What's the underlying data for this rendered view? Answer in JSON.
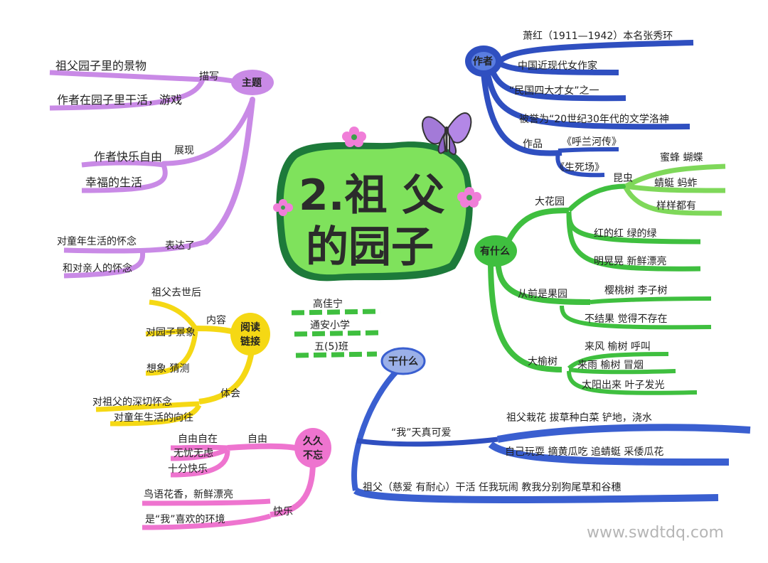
{
  "title": {
    "line1": "2.祖 父",
    "line2": "的园子"
  },
  "author": {
    "name": "高佳宁",
    "school": "通安小学",
    "class": "五(5)班"
  },
  "branches": {
    "theme": {
      "hub": "主题",
      "verb1": "描写",
      "item1": "祖父园子里的景物",
      "item2": "作者在园子里干活，游戏",
      "verb2": "展现",
      "item3": "作者快乐自由",
      "item4": "幸福的生活",
      "verb3": "表达了",
      "item5": "对童年生活的怀念",
      "item6": "和对亲人的怀念"
    },
    "author_info": {
      "hub": "作者",
      "item1": "萧红（1911—1942）本名张秀环",
      "item2": "中国近现代女作家",
      "item3": "“民国四大才女”之一",
      "item4": "被誉为“20世纪30年代的文学洛神",
      "item5": "作品",
      "item6": "《呼兰河传》",
      "item7": "《生死场》"
    },
    "reading": {
      "hub": "阅读\n链接",
      "hub_line1": "阅读",
      "hub_line2": "链接",
      "verb1": "内容",
      "item1": "祖父去世后",
      "item2": "对园子景象",
      "item3": "想象 猜测",
      "verb2": "体会",
      "item4": "对祖父的深切怀念",
      "item5": "对童年生活的向往"
    },
    "has_what": {
      "hub": "有什么",
      "garden": "大花园",
      "insects": "昆虫",
      "ins1": "蜜蜂 蝴蝶",
      "ins2": "蜻蜓 蚂蚱",
      "ins3": "样样都有",
      "col1": "红的红  绿的绿",
      "col2": "明晃晃  新鲜漂亮",
      "orchard": "从前是果园",
      "or1": "樱桃树  李子树",
      "or2": "不结果  觉得不存在",
      "elm": "大榆树",
      "elm1": "来风  榆树  呼叫",
      "elm2": "来雨  榆树  冒烟",
      "elm3": "太阳出来  叶子发光"
    },
    "do_what": {
      "hub": "干什么",
      "naughty": "“我”天真可爱",
      "grandpa_plant": "祖父栽花  拔草种白菜  铲地，浇水",
      "self_play": "自己玩耍  摘黄瓜吃  追蜻蜓  采倭瓜花",
      "grandpa": "祖父（慈爱 有耐心）干活  任我玩闹  教我分别狗尾草和谷穗"
    },
    "never_forget": {
      "hub": "久久\n不忘",
      "hub_line1": "久久",
      "hub_line2": "不忘",
      "freedom": "自由",
      "f1": "自由自在",
      "f2": "无忧无虑",
      "f3": "十分快乐",
      "joy": "快乐",
      "j1": "鸟语花香，新鲜漂亮",
      "j2": "是“我”喜欢的环境"
    }
  },
  "watermark": "www.swdtdq.com",
  "colors": {
    "purple": "#c98ae6",
    "blue": "#2f4fc0",
    "yellow": "#f5d814",
    "green": "#3fbf3f",
    "pink": "#ee74cf",
    "lightgreen": "#7fd85a"
  }
}
